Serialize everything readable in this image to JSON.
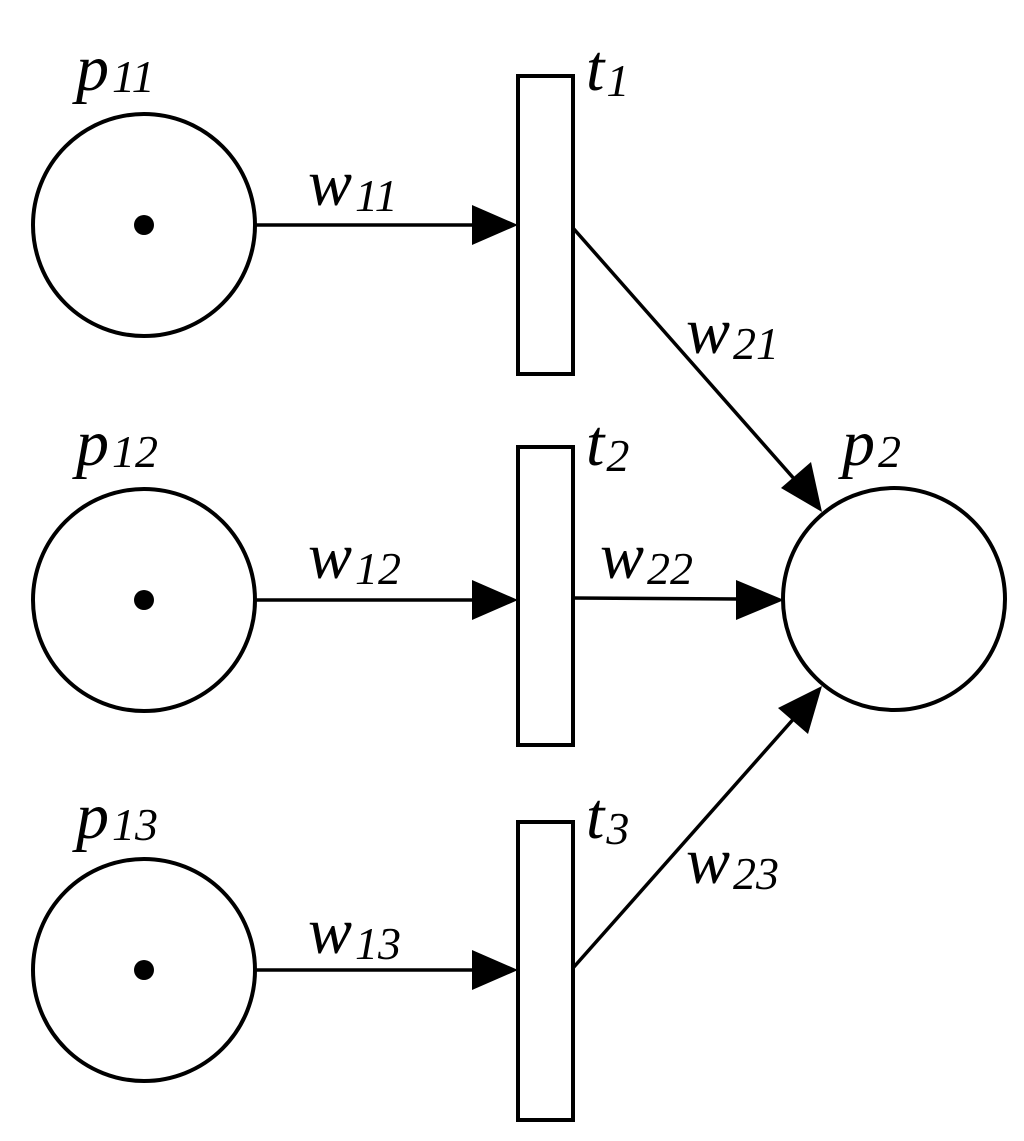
{
  "colors": {
    "stroke": "#000000",
    "fill": "#ffffff",
    "token": "#000000"
  },
  "places": [
    {
      "id": "p11",
      "label": {
        "main": "p",
        "sub": "11"
      },
      "tokens": 1
    },
    {
      "id": "p12",
      "label": {
        "main": "p",
        "sub": "12"
      },
      "tokens": 1
    },
    {
      "id": "p13",
      "label": {
        "main": "p",
        "sub": "13"
      },
      "tokens": 1
    },
    {
      "id": "p2",
      "label": {
        "main": "p",
        "sub": "2"
      },
      "tokens": 0
    }
  ],
  "transitions": [
    {
      "id": "t1",
      "label": {
        "main": "t",
        "sub": "1"
      }
    },
    {
      "id": "t2",
      "label": {
        "main": "t",
        "sub": "2"
      }
    },
    {
      "id": "t3",
      "label": {
        "main": "t",
        "sub": "3"
      }
    }
  ],
  "arcs": [
    {
      "from": "p11",
      "to": "t1",
      "label": {
        "main": "w",
        "sub": "11"
      }
    },
    {
      "from": "p12",
      "to": "t2",
      "label": {
        "main": "w",
        "sub": "12"
      }
    },
    {
      "from": "p13",
      "to": "t3",
      "label": {
        "main": "w",
        "sub": "13"
      }
    },
    {
      "from": "t1",
      "to": "p2",
      "label": {
        "main": "w",
        "sub": "21"
      }
    },
    {
      "from": "t2",
      "to": "p2",
      "label": {
        "main": "w",
        "sub": "22"
      }
    },
    {
      "from": "t3",
      "to": "p2",
      "label": {
        "main": "w",
        "sub": "23"
      }
    }
  ]
}
